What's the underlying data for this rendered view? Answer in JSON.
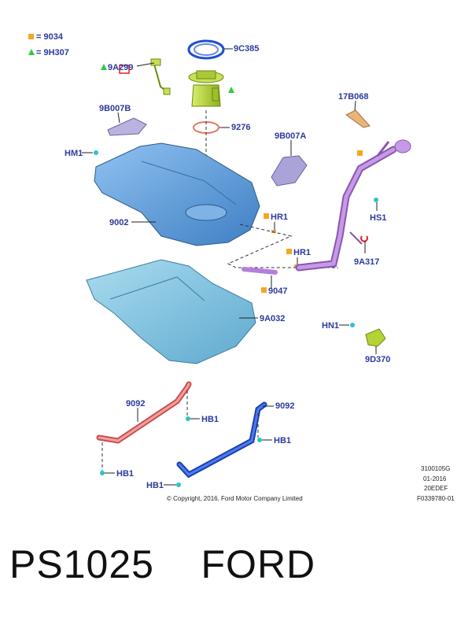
{
  "legend": [
    {
      "symbol": "square",
      "color": "#f5a623",
      "text": "= 9034"
    },
    {
      "symbol": "triangle",
      "color": "#2ecc40",
      "text": "= 9H307"
    }
  ],
  "labels": {
    "p9C385": "9C385",
    "p9A299": "9A299",
    "p9276": "9276",
    "p9B007B": "9B007B",
    "p17B068": "17B068",
    "pHM1": "HM1",
    "p9B007A": "9B007A",
    "p9002": "9002",
    "pHR1a": "HR1",
    "pHS1": "HS1",
    "pHR1b": "HR1",
    "p9A317": "9A317",
    "p9047": "9047",
    "p9A032": "9A032",
    "pHN1": "HN1",
    "p9D370": "9D370",
    "p9092a": "9092",
    "p9092b": "9092",
    "pHB1a": "HB1",
    "pHB1b": "HB1",
    "pHB1c": "HB1",
    "pHB1d": "HB1"
  },
  "doc_codes": [
    "3100105G",
    "01-2016",
    "20EDEF",
    "F0339780-01"
  ],
  "copyright": "© Copyright, 2016, Ford Motor Company Limited",
  "footer": {
    "part_number": "PS1025",
    "brand": "FORD"
  },
  "colors": {
    "label": "#2b3a9c",
    "tank": "#5b9bd5",
    "shield": "#7ec3e0",
    "strap_red": "#e06666",
    "strap_blue": "#1f4fd1",
    "pipe": "#b57edc",
    "pump": "#b5d334"
  }
}
